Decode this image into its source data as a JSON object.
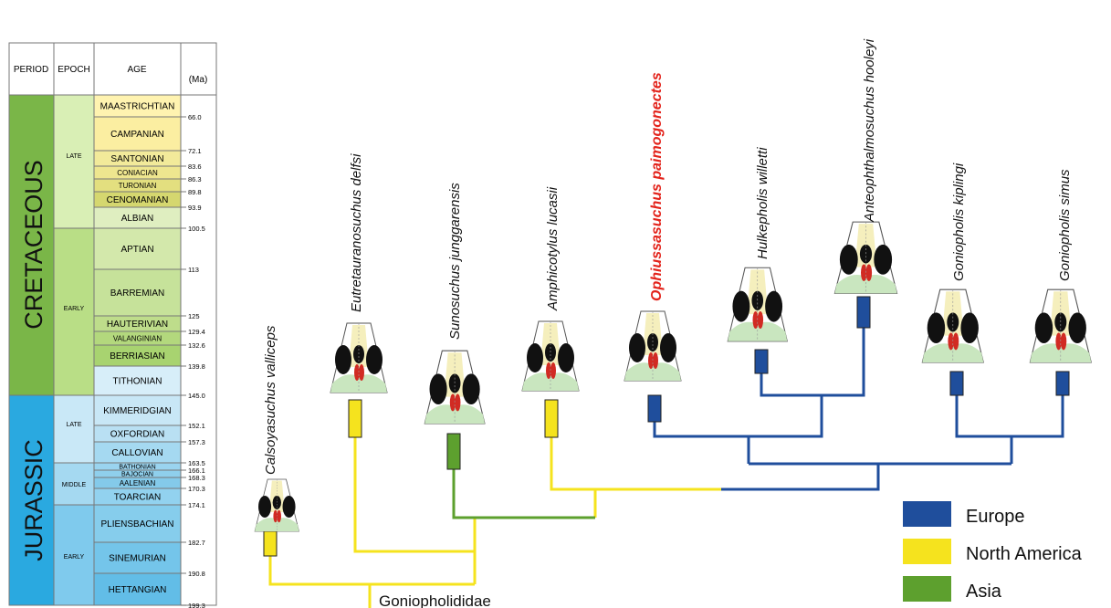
{
  "timescale": {
    "headers": {
      "period": "PERIOD",
      "epoch": "EPOCH",
      "age": "AGE",
      "ma": "(Ma)"
    },
    "periods": [
      {
        "name": "CRETACEOUS",
        "color": "#7ab648"
      },
      {
        "name": "JURASSIC",
        "color": "#2aa9e0"
      }
    ],
    "epochs": [
      {
        "name": "LATE",
        "color": "#d9efb5"
      },
      {
        "name": "EARLY",
        "color": "#b9de86"
      },
      {
        "name": "LATE",
        "color": "#c9e8f7"
      },
      {
        "name": "MIDDLE",
        "color": "#a5d9f1"
      },
      {
        "name": "EARLY",
        "color": "#7fcaed"
      }
    ],
    "ages": [
      "MAASTRICHTIAN",
      "CAMPANIAN",
      "SANTONIAN",
      "CONIACIAN",
      "TURONIAN",
      "CENOMANIAN",
      "ALBIAN",
      "APTIAN",
      "BARREMIAN",
      "HAUTERIVIAN",
      "VALANGINIAN",
      "BERRIASIAN",
      "TITHONIAN",
      "KIMMERIDGIAN",
      "OXFORDIAN",
      "CALLOVIAN",
      "BATHONIAN",
      "BAJOCIAN",
      "AALENIAN",
      "TOARCIAN",
      "PLIENSBACHIAN",
      "SINEMURIAN",
      "HETTANGIAN"
    ],
    "ma_ticks": [
      "66.0",
      "72.1",
      "83.6",
      "86.3",
      "89.8",
      "93.9",
      "100.5",
      "113",
      "125",
      "129.4",
      "132.6",
      "139.8",
      "145.0",
      "152.1",
      "157.3",
      "163.5",
      "166.1",
      "168.3",
      "170.3",
      "174.1",
      "182.7",
      "190.8",
      "199.3"
    ]
  },
  "taxa": [
    {
      "name": "Calsoyasuchus valliceps",
      "region": "North America",
      "highlight": false
    },
    {
      "name": "Eutretauranosuchus delfsi",
      "region": "North America",
      "highlight": false
    },
    {
      "name": "Sunosuchus junggarensis",
      "region": "Asia",
      "highlight": false
    },
    {
      "name": "Amphicotylus lucasii",
      "region": "North America",
      "highlight": false
    },
    {
      "name": "Ophiussasuchus paimogonectes",
      "region": "Europe",
      "highlight": true
    },
    {
      "name": "Hulkepholis willetti",
      "region": "Europe",
      "highlight": false
    },
    {
      "name": "Anteophthalmosuchus hooleyi",
      "region": "Europe",
      "highlight": false
    },
    {
      "name": "Goniopholis kiplingi",
      "region": "Europe",
      "highlight": false
    },
    {
      "name": "Goniopholis simus",
      "region": "Europe",
      "highlight": false
    }
  ],
  "clade_label": "Goniopholididae",
  "legend": [
    {
      "label": "Europe",
      "color": "#1f4e9c"
    },
    {
      "label": "North America",
      "color": "#f5e31e"
    },
    {
      "label": "Asia",
      "color": "#5da02e"
    }
  ],
  "highlight_color": "#e3231b"
}
